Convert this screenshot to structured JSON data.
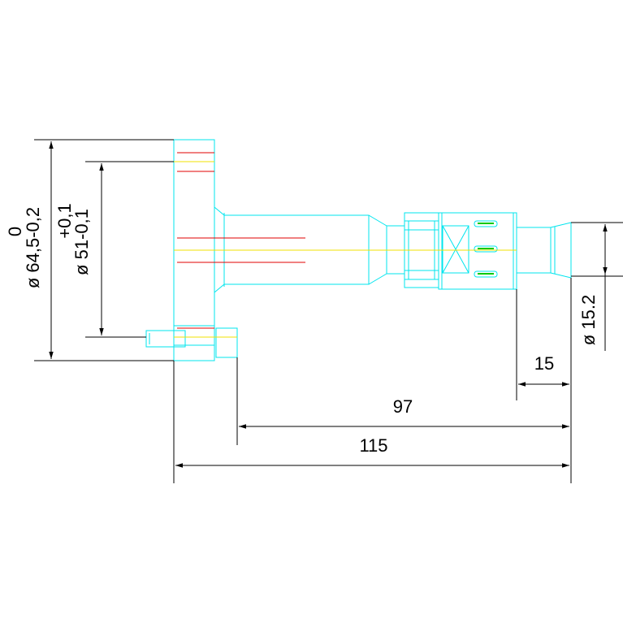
{
  "drawing": {
    "colors": {
      "outline": "#00e5ee",
      "centerline": "#f0e000",
      "hidden": "#e00000",
      "connector_pin": "#00c800",
      "dimension": "#000000",
      "background": "#ffffff"
    },
    "dimensions": {
      "outer_diameter": {
        "upper_dev": "0",
        "value": "ø 64,5-0,2"
      },
      "inner_diameter": {
        "upper_dev": "+0,1",
        "value": "ø 51-0,1"
      },
      "tip_diameter": "ø 15.2",
      "tip_length": "15",
      "length_97": "97",
      "total_length": "115"
    }
  }
}
